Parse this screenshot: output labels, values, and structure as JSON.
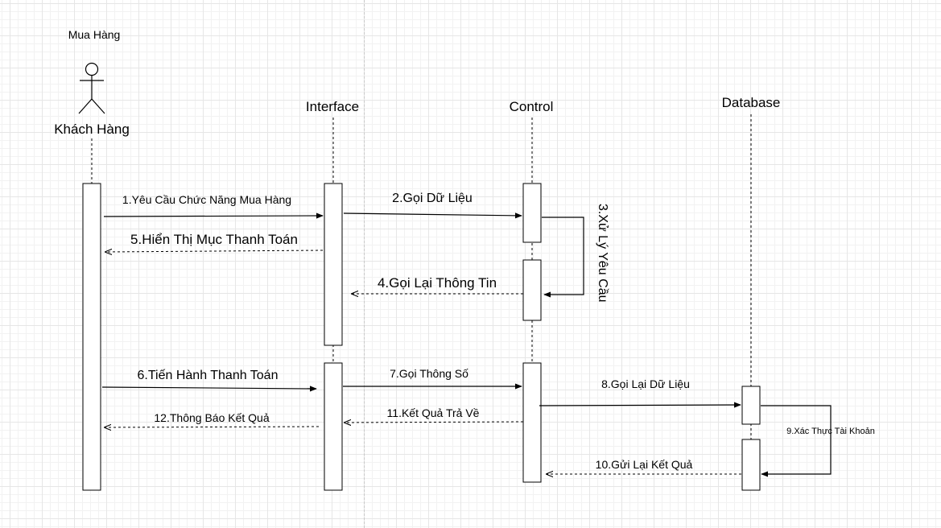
{
  "system_label": "Mua Hàng",
  "participants": {
    "actor": "Khách Hàng",
    "interface": "Interface",
    "control": "Control",
    "database": "Database"
  },
  "messages": [
    {
      "label": "1.Yêu Cầu Chức Năng Mua Hàng",
      "from": "Khách Hàng",
      "to": "Interface",
      "style": "solid"
    },
    {
      "label": "2.Gọi Dữ Liệu",
      "from": "Interface",
      "to": "Control",
      "style": "solid"
    },
    {
      "label": "3.Xử Lý Yêu Cầu",
      "from": "Control",
      "to": "Control",
      "style": "self"
    },
    {
      "label": "4.Gọi Lại Thông Tin",
      "from": "Control",
      "to": "Interface",
      "style": "dashed"
    },
    {
      "label": "5.Hiển Thị Mục Thanh Toán",
      "from": "Interface",
      "to": "Khách Hàng",
      "style": "dashed"
    },
    {
      "label": "6.Tiến Hành Thanh Toán",
      "from": "Khách Hàng",
      "to": "Interface",
      "style": "solid"
    },
    {
      "label": "7.Gọi Thông Số",
      "from": "Interface",
      "to": "Control",
      "style": "solid"
    },
    {
      "label": "8.Gọi Lại Dữ Liệu",
      "from": "Control",
      "to": "Database",
      "style": "solid"
    },
    {
      "label": "9.Xác Thực Tài Khoản",
      "from": "Database",
      "to": "Database",
      "style": "self"
    },
    {
      "label": "10.Gửi Lại Kết Quả",
      "from": "Database",
      "to": "Control",
      "style": "dashed"
    },
    {
      "label": "11.Kết Quả Trả Về",
      "from": "Control",
      "to": "Interface",
      "style": "dashed"
    },
    {
      "label": "12.Thông Báo Kết Quả",
      "from": "Interface",
      "to": "Khách Hàng",
      "style": "dashed"
    }
  ]
}
